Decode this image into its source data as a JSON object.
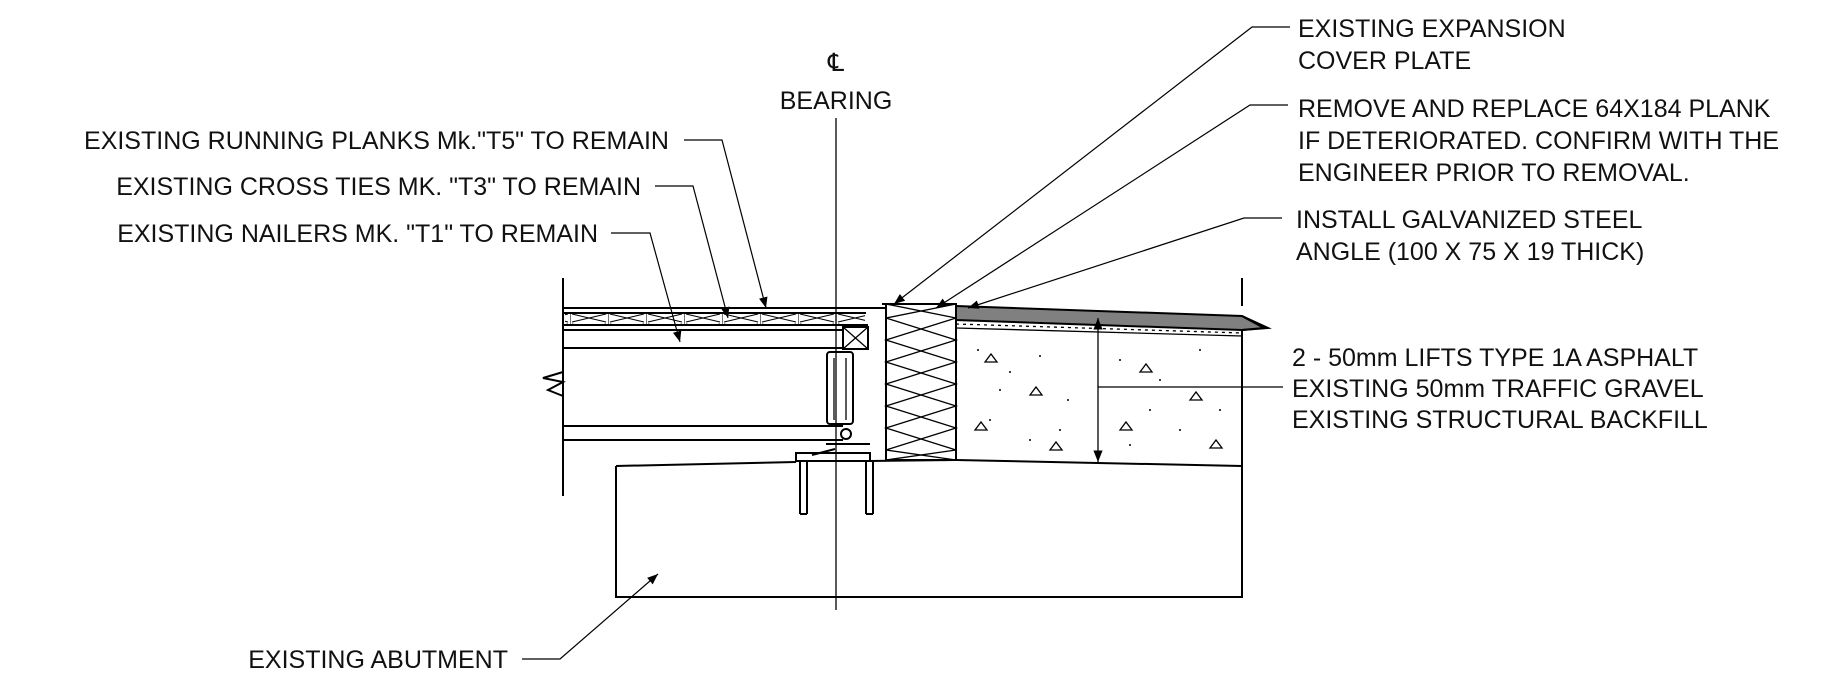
{
  "diagram": {
    "type": "engineering-section-detail",
    "centerline": {
      "symbol": "℄",
      "text": "BEARING"
    },
    "labels_left": [
      "EXISTING RUNNING PLANKS Mk.\"T5\" TO REMAIN",
      "EXISTING CROSS TIES MK. \"T3\" TO REMAIN",
      "EXISTING NAILERS MK. \"T1\" TO REMAIN"
    ],
    "label_bottom": "EXISTING ABUTMENT",
    "labels_right": {
      "cover_plate": [
        "EXISTING EXPANSION",
        "COVER PLATE"
      ],
      "plank": [
        "REMOVE AND REPLACE 64X184 PLANK",
        "IF DETERIORATED. CONFIRM WITH THE",
        "ENGINEER PRIOR TO REMOVAL."
      ],
      "angle": [
        "INSTALL GALVANIZED STEEL",
        "ANGLE (100 X 75 X 19 THICK)"
      ],
      "layers": [
        "2 - 50mm LIFTS TYPE 1A ASPHALT",
        "EXISTING 50mm TRAFFIC GRAVEL",
        "EXISTING STRUCTURAL BACKFILL"
      ]
    }
  }
}
